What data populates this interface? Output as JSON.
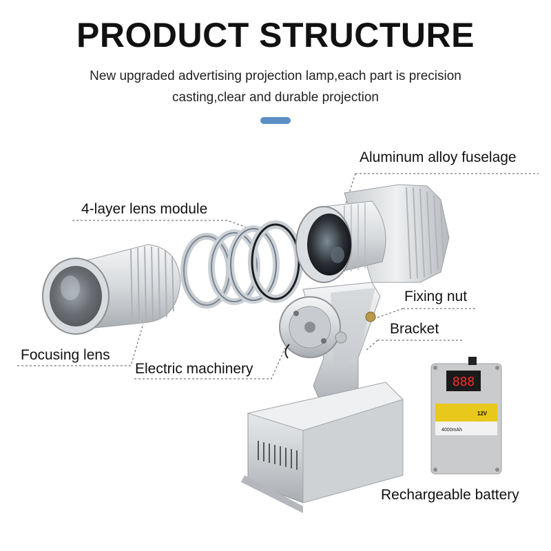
{
  "header": {
    "title": "PRODUCT STRUCTURE",
    "subtitle_line1": "New upgraded advertising projection lamp,each part is precision",
    "subtitle_line2": "casting,clear and durable projection",
    "accent_color": "#5b8fc6"
  },
  "callouts": {
    "fuselage": "Aluminum alloy fuselage",
    "lens_module": "4-layer lens module",
    "fixing_nut": "Fixing nut",
    "bracket": "Bracket",
    "focusing_lens": "Focusing lens",
    "electric_machinery": "Electric machinery",
    "battery": "Rechargeable battery"
  },
  "battery_label": {
    "display": "888",
    "capacity": "4000mAh",
    "voltage": "12V"
  }
}
